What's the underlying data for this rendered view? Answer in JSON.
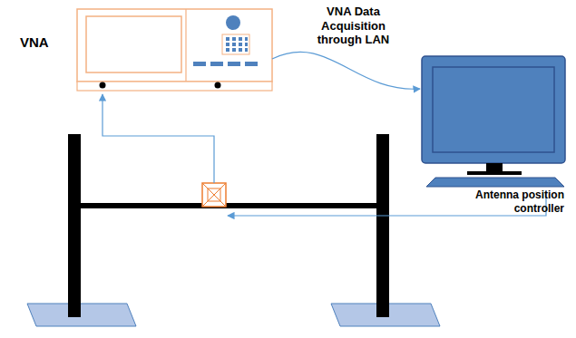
{
  "diagram": {
    "nodes": [
      {
        "text": [
          "VNA"
        ]
      },
      {
        "text": [
          "Antenna position controller"
        ]
      }
    ],
    "edges": [
      {
        "from": 0,
        "to": 1,
        "label": "VNA Data Acquisition through LAN",
        "arrow": "to"
      }
    ]
  }
}
